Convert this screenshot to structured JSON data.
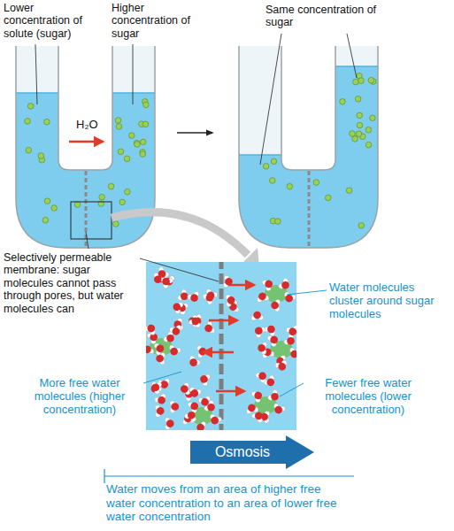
{
  "diagram": {
    "nodes": [
      {
        "text": [
          "Osmosis"
        ]
      }
    ],
    "labels": [
      "Lower concentration of solute (sugar)",
      "Higher concentration of sugar",
      "Same concentration of sugar",
      "H₂O",
      "Selectively permeable membrane: sugar molecules cannot pass through pores, but water molecules can",
      "Water molecules cluster around sugar molecules",
      "More free water molecules (higher concentration)",
      "Fewer free water molecules (lower concentration)",
      "Water moves from an area of higher free water concentration to an area of lower free water concentration"
    ]
  }
}
